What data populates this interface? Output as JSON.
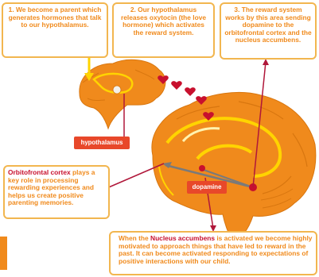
{
  "boxes": {
    "b1": "1. We become a parent which generates hormones that talk to our hypothalamus.",
    "b2": "2. Our hypothalamus releases oxytocin (the love hormone) which activates the reward system.",
    "b3": "3. The reward system works by this area sending dopamine to the orbitofrontal cortex and the nucleus accumbens.",
    "b4_title": "Orbitofrontal cortex",
    "b4_rest": " plays a key role in processing rewarding experiences and helps us create positive parenting memories.",
    "b5_pre": "When the ",
    "b5_title": "Nucleus accumbens",
    "b5_rest": " is activated we become highly motivated to approach things that have led to reward in the past. It can become activated responding to expectations of positive interactions with our child."
  },
  "labels": {
    "hypothalamus": "hypothalamus",
    "dopamine": "dopamine"
  },
  "colors": {
    "brain": "#f08a1c",
    "text": "#f08a1c",
    "accent_red": "#c8102e",
    "box_border": "#f2b64f",
    "arrow": "#b0173a",
    "yellow": "#ffd400"
  }
}
